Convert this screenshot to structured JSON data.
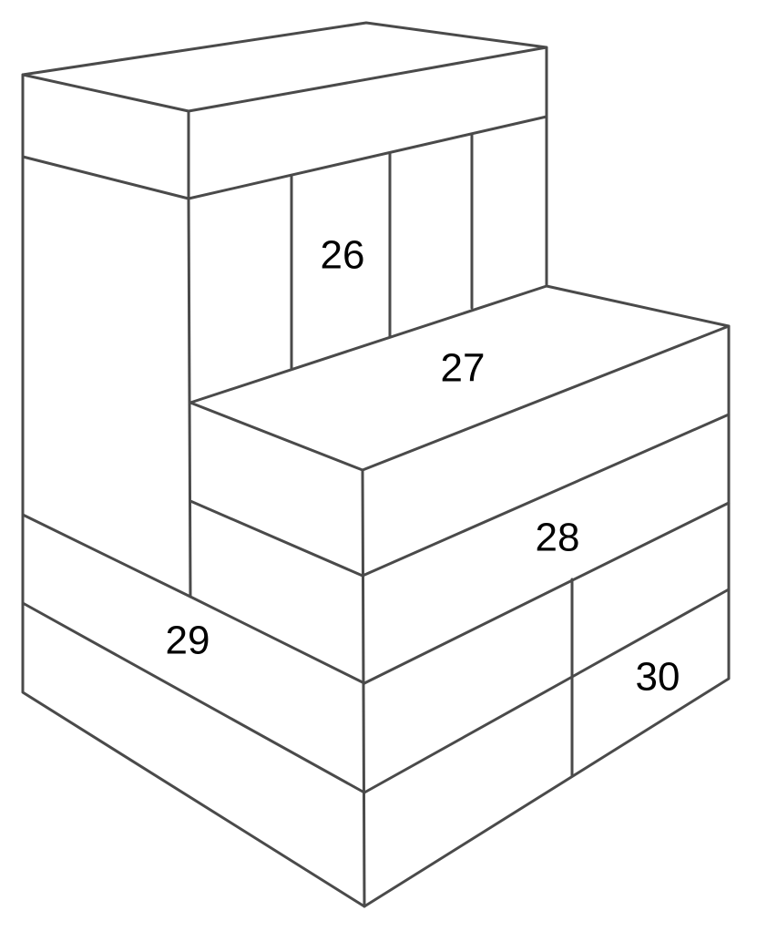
{
  "diagram": {
    "line_color": "#4a4a4a",
    "text_color": "#000000",
    "background": "#ffffff",
    "labels": {
      "block_26": "26",
      "block_27": "27",
      "block_28": "28",
      "block_29": "29",
      "block_30": "30"
    }
  }
}
